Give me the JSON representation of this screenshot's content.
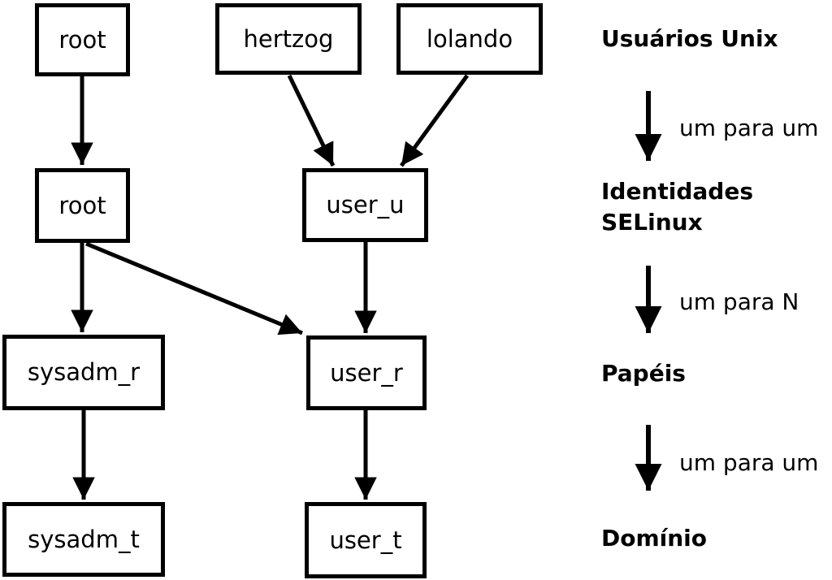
{
  "diagram": {
    "nodes": [
      {
        "id": "unix-root",
        "label": "root"
      },
      {
        "id": "unix-hertzog",
        "label": "hertzog"
      },
      {
        "id": "unix-lolando",
        "label": "lolando"
      },
      {
        "id": "selinux-root",
        "label": "root"
      },
      {
        "id": "selinux-user_u",
        "label": "user_u"
      },
      {
        "id": "role-sysadm_r",
        "label": "sysadm_r"
      },
      {
        "id": "role-user_r",
        "label": "user_r"
      },
      {
        "id": "domain-sysadm_t",
        "label": "sysadm_t"
      },
      {
        "id": "domain-user_t",
        "label": "user_t"
      }
    ],
    "edges": [
      {
        "from": "unix-root",
        "to": "selinux-root"
      },
      {
        "from": "unix-hertzog",
        "to": "selinux-user_u"
      },
      {
        "from": "unix-lolando",
        "to": "selinux-user_u"
      },
      {
        "from": "selinux-root",
        "to": "role-sysadm_r"
      },
      {
        "from": "selinux-root",
        "to": "role-user_r"
      },
      {
        "from": "selinux-user_u",
        "to": "role-user_r"
      },
      {
        "from": "role-sysadm_r",
        "to": "domain-sysadm_t"
      },
      {
        "from": "role-user_r",
        "to": "domain-user_t"
      }
    ]
  },
  "legend": {
    "levels": [
      {
        "title": "Usuários Unix"
      },
      {
        "title": "Identidades SELinux"
      },
      {
        "title": "Papéis"
      },
      {
        "title": "Domínio"
      }
    ],
    "arrows": [
      {
        "label": "um para um"
      },
      {
        "label": "um para N"
      },
      {
        "label": "um para um"
      }
    ]
  },
  "colors": {
    "background": "#ffffff",
    "stroke": "#000000",
    "text": "#000000"
  }
}
